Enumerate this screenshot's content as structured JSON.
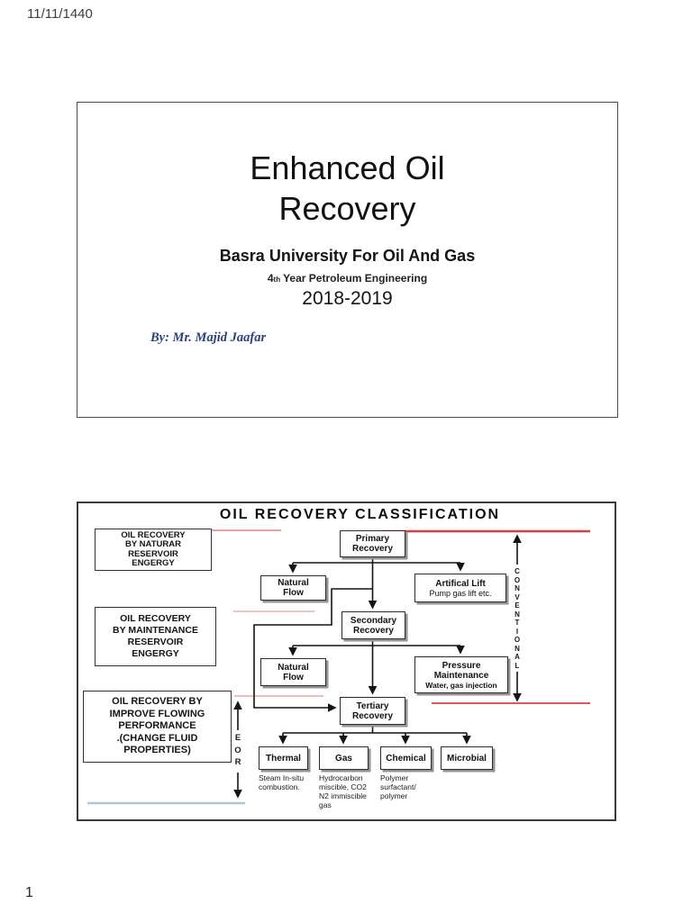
{
  "page": {
    "header_date": "11/11/1440",
    "page_number": "1"
  },
  "slide1": {
    "title": "Enhanced Oil\nRecovery",
    "subtitle": "Basra University For Oil And Gas",
    "year_prefix": "4",
    "year_sub": "th",
    "year_rest": "Year Petroleum Engineering",
    "session": "2018-2019",
    "author": "By: Mr. Majid Jaafar"
  },
  "slide2": {
    "title": "OIL RECOVERY CLASSIFICATION",
    "left_labels": {
      "natural": "OIL RECOVERY\nBY NATURAR\nRESERVOIR\nENGERGY",
      "maintenance": "OIL RECOVERY\nBY MAINTENANCE\nRESERVOIR\nENGERGY",
      "improve": "OIL RECOVERY  BY\nIMPROVE  FLOWING\nPERFORMANCE\n.(CHANGE FLUID\nPROPERTIES)"
    },
    "flowchart": {
      "primary": "Primary\nRecovery",
      "natural_flow_1": "Natural\nFlow",
      "artificial_lift_title": "Artifical Lift",
      "artificial_lift_sub": "Pump gas lift etc.",
      "secondary": "Secondary\nRecovery",
      "natural_flow_2": "Natural\nFlow",
      "pressure_title": "Pressure\nMaintenance",
      "pressure_sub": "Water, gas injection",
      "tertiary": "Tertiary\nRecovery",
      "thermal": "Thermal",
      "gas": "Gas",
      "chemical": "Chemical",
      "microbial": "Microbial",
      "thermal_caption": "Steam In-situ\ncombustion.",
      "gas_caption": "Hydrocarbon\nmiscible, CO2\nN2 immiscible\ngas",
      "chemical_caption": "Polymer\nsurfactant/\npolymer",
      "eor_label": "E\nO\nR",
      "conventional_label": "C\nO\nN\nV\nE\nN\nT\nI\nO\nN\nA\nL"
    },
    "colors": {
      "red_line": "#d84040",
      "salmon_line": "#eda0a0",
      "blue_line": "#a9c6dd",
      "line_black": "#141414"
    }
  }
}
